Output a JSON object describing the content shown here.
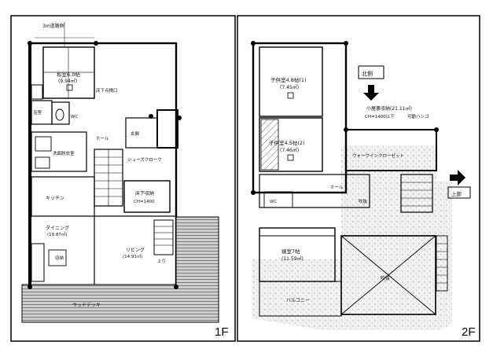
{
  "floors": [
    {
      "tag": "1F",
      "rooms": {
        "top_note": "3m道路側",
        "washitsu": "和室6.0帖",
        "washitsu_area": "(9.94㎡)",
        "yuka_shita": "床下点検口",
        "bath": "浴室",
        "toilet": "WC",
        "senmen": "洗面脱衣室",
        "genkan": "玄関",
        "hall": "ホール",
        "shoe": "シューズクローク",
        "yukashita_storage": "床下収納",
        "ch": "CH=1400",
        "kitchen": "キッチン",
        "dining": "ダイニング",
        "ld_area": "(19.87㎡)",
        "living": "リビング",
        "living_area": "(14.91㎡)",
        "stairs_up": "上り",
        "storage": "収納",
        "deck": "ウッドデッキ"
      }
    },
    {
      "tag": "2F",
      "rooms": {
        "kodomo1": "子供室4.8帖(1)",
        "kodomo1_area": "(7.45㎡)",
        "kodomo2": "子供室4.5帖(2)",
        "kodomo2_area": "(7.46㎡)",
        "fukinuke": "吹抜",
        "arrow_label": "小屋裏収納(21.11㎡)",
        "ch2": "CH=1400以下",
        "hashigo": "可動ハシゴ",
        "walkin": "ウォークインクローゼット",
        "side_label": "北側",
        "right_label": "上部",
        "corridor": "ホール",
        "bedroom": "寝室7帖",
        "bedroom_area": "(11.59㎡)",
        "void": "吹抜",
        "balcony": "バルコニー",
        "toilet2": "WC"
      }
    }
  ]
}
